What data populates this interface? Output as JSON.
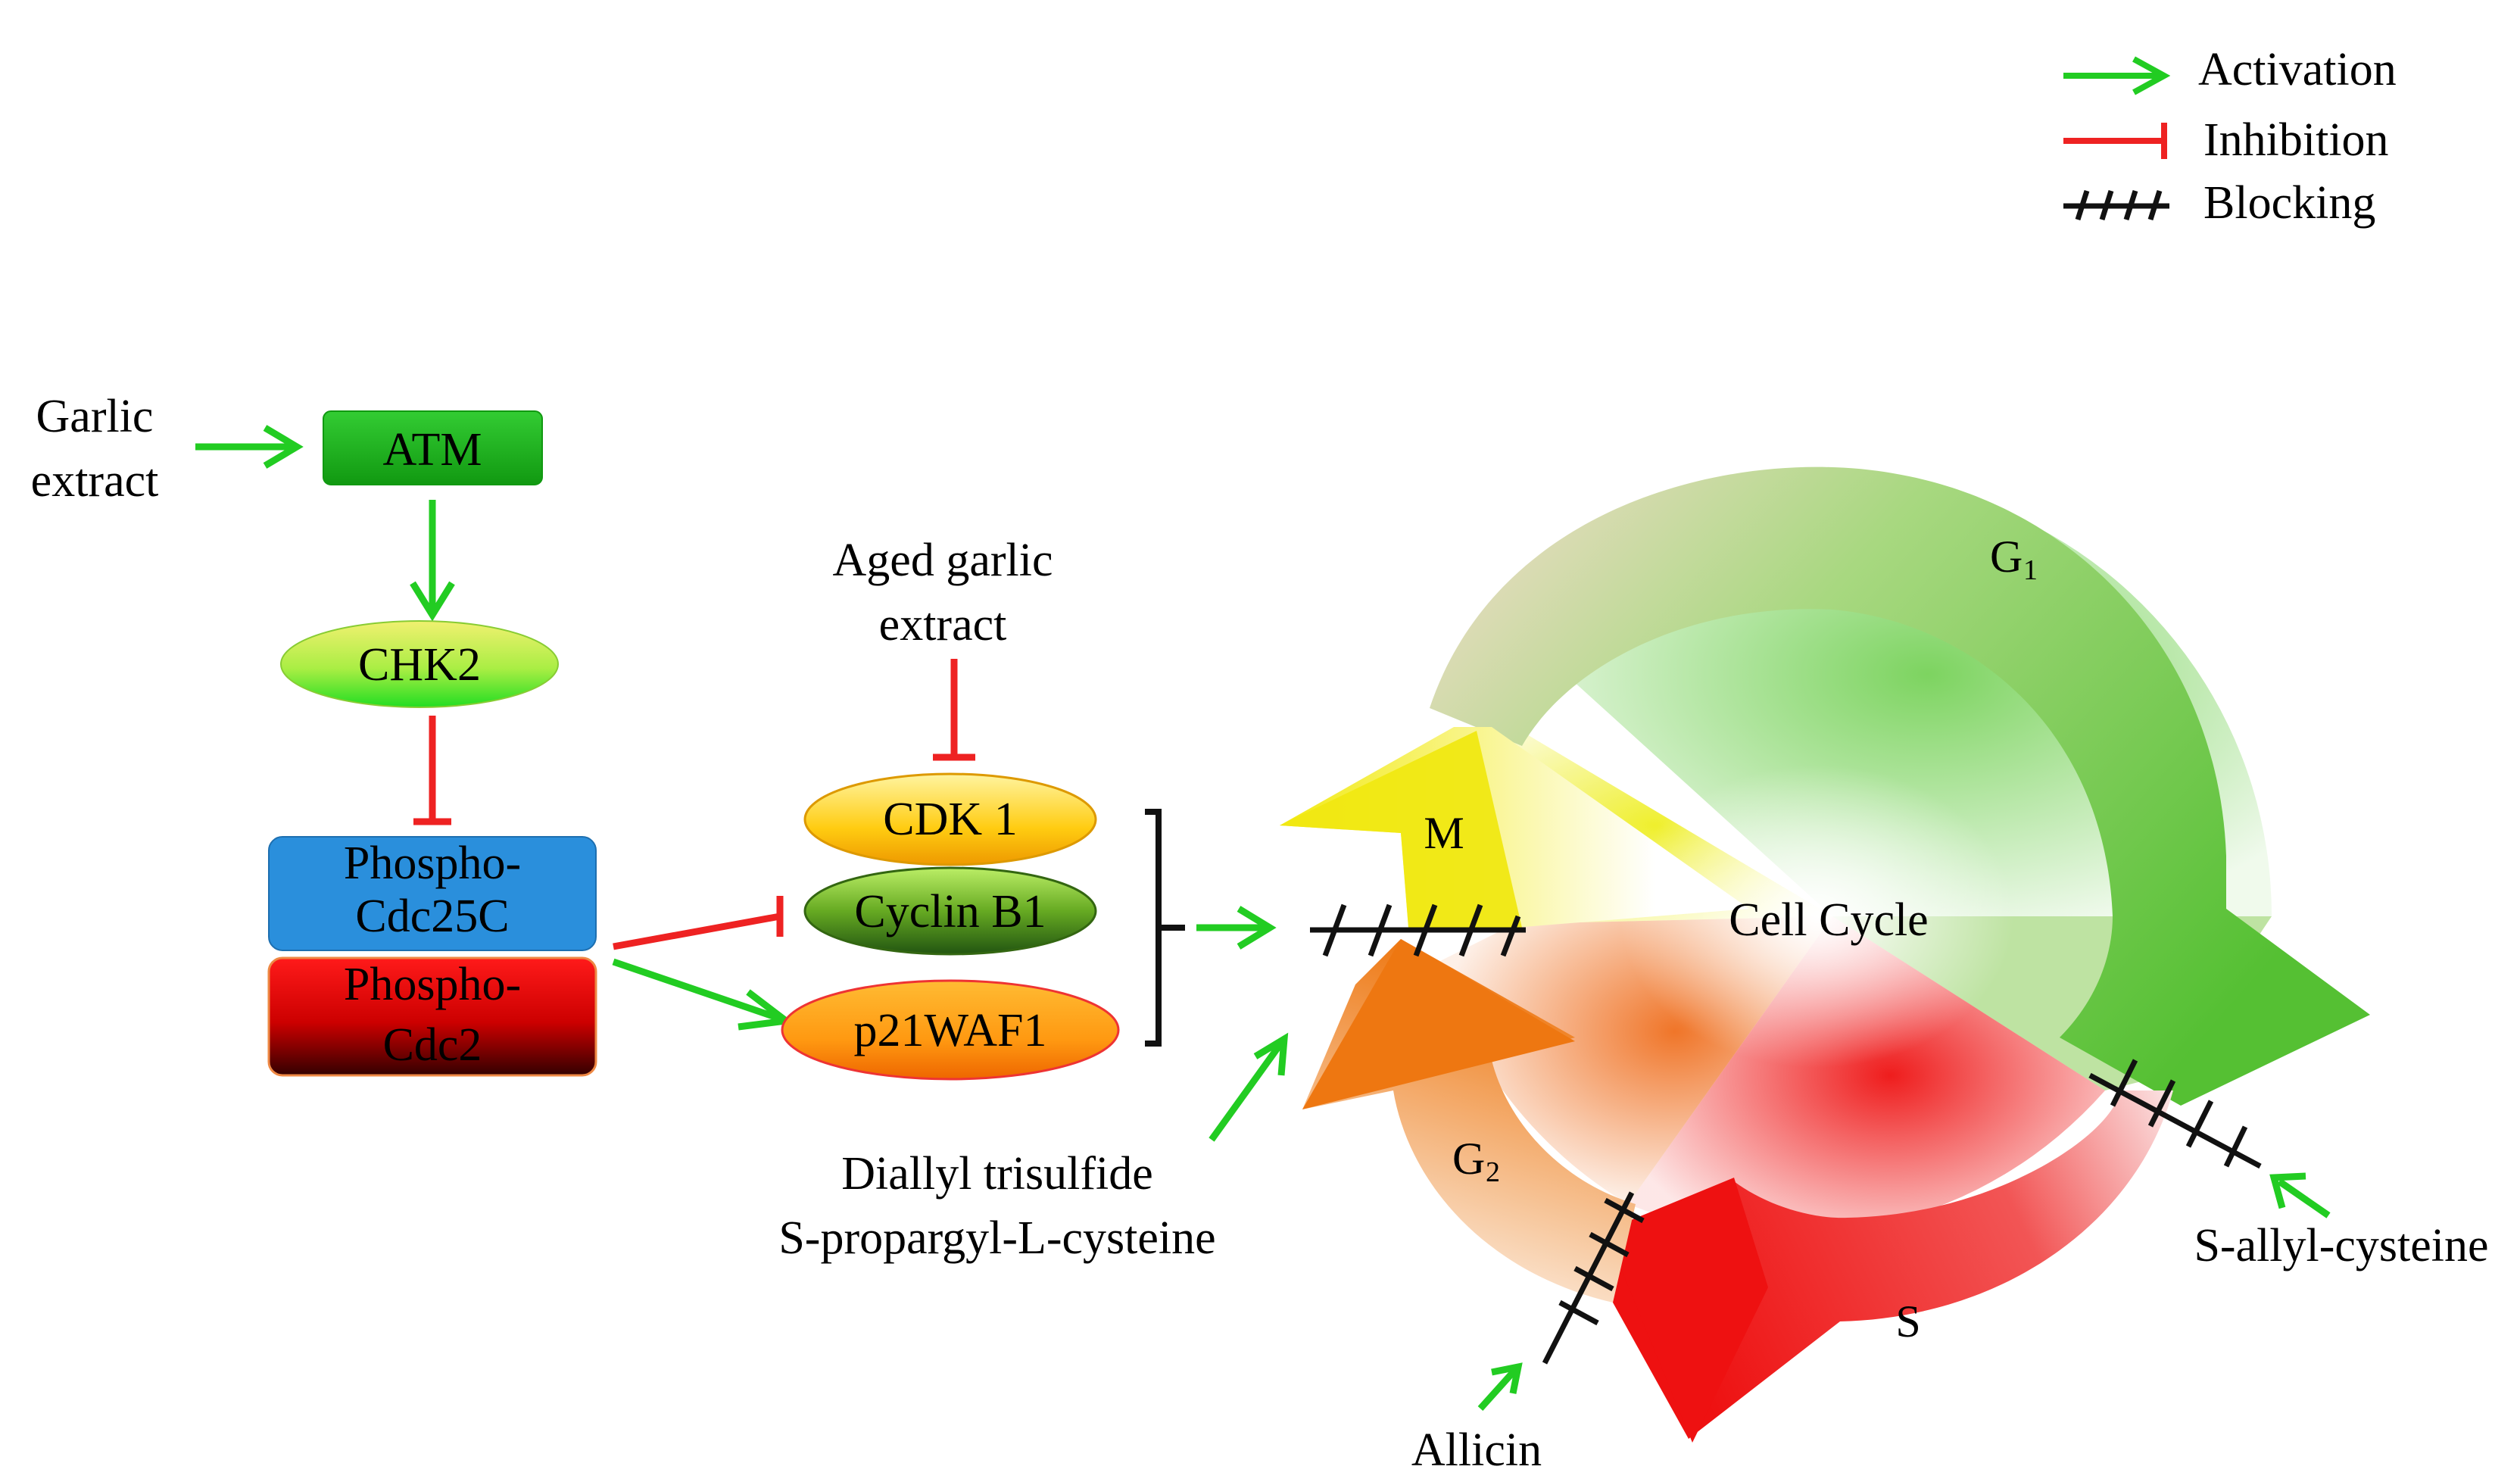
{
  "legend": {
    "activation": "Activation",
    "inhibition": "Inhibition",
    "blocking": "Blocking"
  },
  "inputs": {
    "garlic_line1": "Garlic",
    "garlic_line2": "extract",
    "aged_line1": "Aged garlic",
    "aged_line2": "extract",
    "dts_line1": "Diallyl trisulfide",
    "dts_line2": "S-propargyl-L-cysteine",
    "allicin": "Allicin",
    "sac": "S-allyl-cysteine"
  },
  "nodes": {
    "atm": "ATM",
    "chk2": "CHK2",
    "cdc25c_line1": "Phospho-",
    "cdc25c_line2": "Cdc25C",
    "cdc2_line1": "Phospho-",
    "cdc2_line2": "Cdc2",
    "cdk1": "CDK 1",
    "cyclinb1": "Cyclin B1",
    "p21": "p21WAF1"
  },
  "cycle": {
    "center": "Cell Cycle",
    "g1": "G",
    "g1_sub": "1",
    "g2": "G",
    "g2_sub": "2",
    "s": "S",
    "m": "M"
  },
  "colors": {
    "activation": "#22cc22",
    "inhibition": "#ee2222",
    "blocking": "#111111",
    "atm": "#22bb22",
    "cdc25c": "#2a8fdc",
    "cdc2": "#dd0000",
    "g1_phase": "#66cc44",
    "s_phase": "#ee1111",
    "g2_phase": "#ee7711",
    "m_phase": "#eeee11"
  }
}
